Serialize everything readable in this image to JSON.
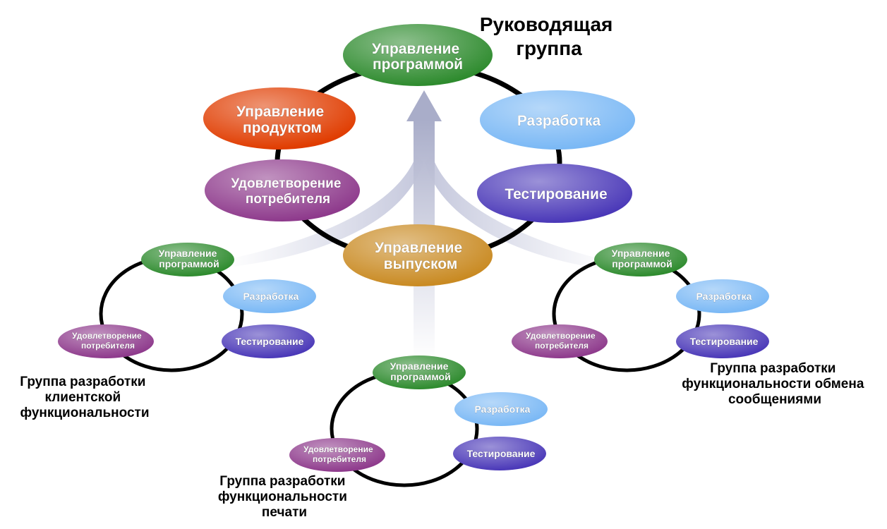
{
  "leadership": {
    "title_lines": [
      "Руководящая",
      "группа"
    ],
    "program_management": [
      "Управление",
      "программой"
    ],
    "product_management": [
      "Управление",
      "продуктом"
    ],
    "development": [
      "Разработка"
    ],
    "customer_satisfaction": [
      "Удовлетворение",
      "потребителя"
    ],
    "testing": [
      "Тестирование"
    ],
    "release_management": [
      "Управление",
      "выпуском"
    ]
  },
  "teams": [
    {
      "caption_lines": [
        "Группа разработки",
        "клиентской",
        "функциональности"
      ],
      "program_management": [
        "Управление",
        "программой"
      ],
      "development": [
        "Разработка"
      ],
      "customer_satisfaction": [
        "Удовлетворение",
        "потребителя"
      ],
      "testing": [
        "Тестирование"
      ]
    },
    {
      "caption_lines": [
        "Группа разработки",
        "функциональности",
        "печати"
      ],
      "program_management": [
        "Управление",
        "программой"
      ],
      "development": [
        "Разработка"
      ],
      "customer_satisfaction": [
        "Удовлетворение",
        "потребителя"
      ],
      "testing": [
        "Тестирование"
      ]
    },
    {
      "caption_lines": [
        "Группа разработки",
        "функциональности обмена",
        "сообщениями"
      ],
      "program_management": [
        "Управление",
        "программой"
      ],
      "development": [
        "Разработка"
      ],
      "customer_satisfaction": [
        "Удовлетворение",
        "потребителя"
      ],
      "testing": [
        "Тестирование"
      ]
    }
  ],
  "colors": {
    "program_management": "#2e8b2e",
    "product_management": "#e03c00",
    "development": "#7ab8f5",
    "customer_satisfaction": "#8e3a8c",
    "testing": "#4a38b8",
    "release_management": "#c98a22",
    "arrow": "#a9adc9",
    "ring": "#000000"
  }
}
